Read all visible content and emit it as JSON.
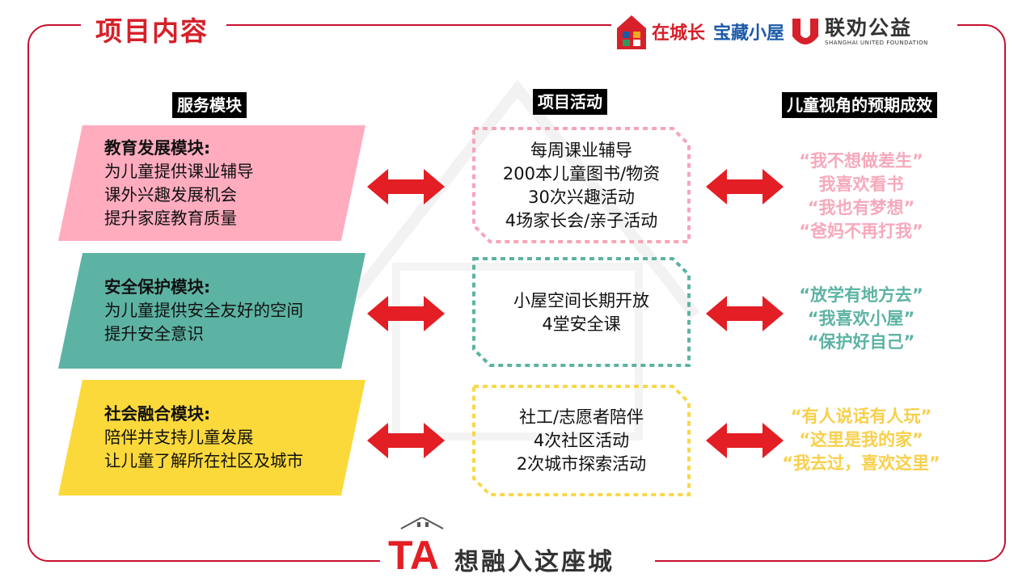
{
  "header": {
    "title": "项目内容",
    "logo_brand_red": "在城长",
    "logo_brand_blue": "宝藏小屋",
    "logo_partner_cn": "联劝公益",
    "logo_partner_en": "SHANGHAI UNITED FOUNDATION"
  },
  "columns": {
    "modules": "服务模块",
    "activities": "项目活动",
    "outcomes": "儿童视角的预期成效"
  },
  "rows": [
    {
      "module_title": "教育发展模块:",
      "module_lines": [
        "为儿童提供课业辅导",
        "课外兴趣发展机会",
        "提升家庭教育质量"
      ],
      "activities": [
        "每周课业辅导",
        "200本儿童图书/物资",
        "30次兴趣活动",
        "4场家长会/亲子活动"
      ],
      "outcomes": [
        "“我不想做差生”",
        "我喜欢看书",
        "“我也有梦想”",
        "“爸妈不再打我”"
      ],
      "color": "#ffacbf",
      "border_color": "#f6a5b9",
      "outcome_color": "#f6a9bb"
    },
    {
      "module_title": "安全保护模块:",
      "module_lines": [
        "为儿童提供安全友好的空间",
        "提升安全意识"
      ],
      "activities": [
        "小屋空间长期开放",
        "4堂安全课"
      ],
      "outcomes": [
        "“放学有地方去”",
        "“我喜欢小屋”",
        "“保护好自己”"
      ],
      "color": "#5db3a3",
      "border_color": "#5db3a3",
      "outcome_color": "#5db3a3"
    },
    {
      "module_title": "社会融合模块:",
      "module_lines": [
        "陪伴并支持儿童发展",
        "让儿童了解所在社区及城市"
      ],
      "activities": [
        "社工/志愿者陪伴",
        "4次社区活动",
        "2次城市探索活动"
      ],
      "outcomes": [
        "“有人说话有人玩”",
        "“这里是我的家”",
        "“我去过，喜欢这里”"
      ],
      "color": "#fcd93b",
      "border_color": "#f7d84a",
      "outcome_color": "#f7d04b"
    }
  ],
  "footer": {
    "logo_letters": "TA",
    "slogan": "想融入这座城"
  },
  "colors": {
    "accent": "#d6202a",
    "arrow": "#e31e24",
    "frame": "#c8102e"
  },
  "icons": [
    "house-logo-icon",
    "united-u-icon",
    "double-arrow-icon",
    "house-roof-icon"
  ]
}
